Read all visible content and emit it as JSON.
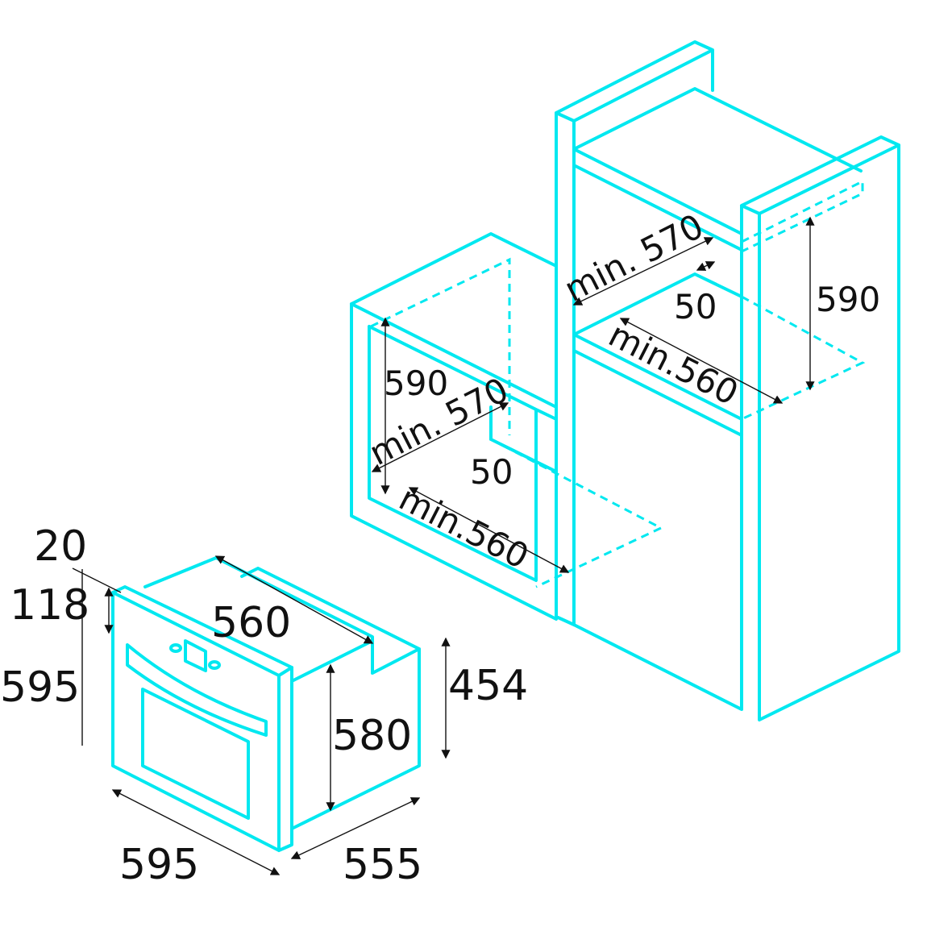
{
  "oven": {
    "panel_depth": "20",
    "panel_height": "118",
    "front_height": "595",
    "top_width": "560",
    "body_height_back": "454",
    "body_height": "580",
    "front_width": "595",
    "depth": "555"
  },
  "under_counter_niche": {
    "height": "590",
    "width": "min. 570",
    "gap": "50",
    "depth": "min.560"
  },
  "tall_column_niche": {
    "width": "min. 570",
    "gap": "50",
    "height": "590",
    "depth": "min.560"
  },
  "colors": {
    "line": "#00e8f0",
    "dimension": "#111111"
  }
}
